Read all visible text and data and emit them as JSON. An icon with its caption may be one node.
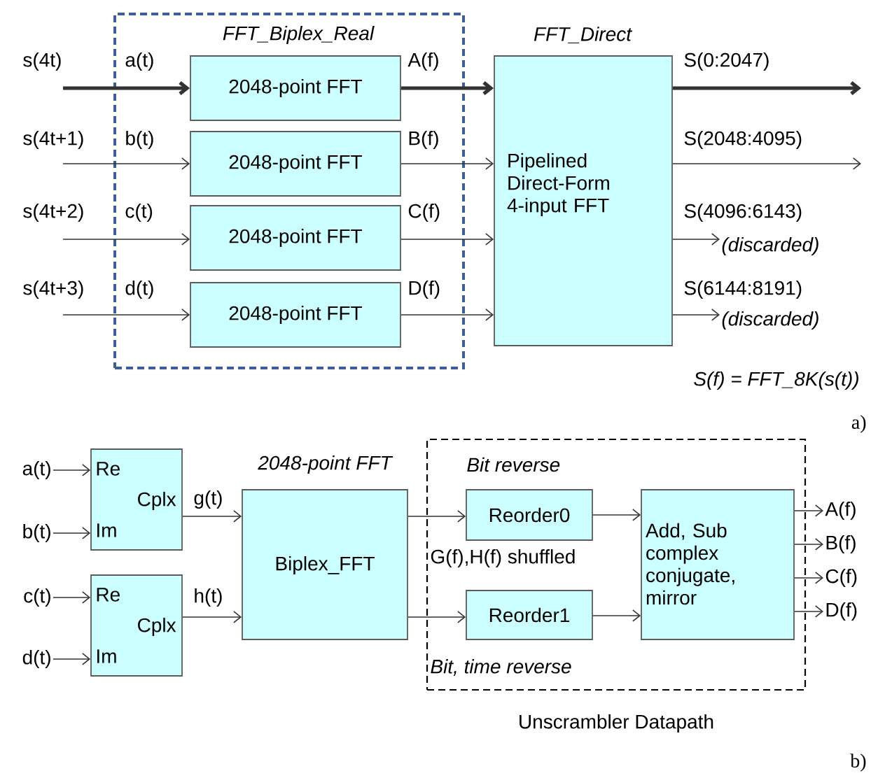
{
  "diagram": {
    "nodes": [
      {
        "text": [
          "FFT_Biplex_Real"
        ]
      },
      {
        "text": [
          "2048-point FFT"
        ],
        "in": 0,
        "beside": [
          "a(t)"
        ]
      },
      {
        "text": [
          "2048-point FFT"
        ],
        "in": 0,
        "beside": [
          "b(t)"
        ]
      },
      {
        "text": [
          "2048-point FFT"
        ],
        "in": 0,
        "beside": [
          "c(t)"
        ]
      },
      {
        "text": [
          "2048-point FFT"
        ],
        "in": 0,
        "beside": [
          "d(t)"
        ]
      },
      {
        "text": [
          "FFT_Direct",
          "Pipelined Direct-Form 4-input FFT"
        ]
      },
      {
        "text": [
          "(discarded)"
        ]
      },
      {
        "text": [
          "(discarded)"
        ]
      },
      {
        "text": [
          "Unscrambler Datapath"
        ]
      },
      {
        "text": [
          "Re",
          "Cplx",
          "Im"
        ]
      },
      {
        "text": [
          "Re",
          "Cplx",
          "Im"
        ]
      },
      {
        "text": [
          "2048-point FFT",
          "Biplex_FFT"
        ]
      },
      {
        "text": [
          "Reorder0"
        ],
        "in": 8,
        "beside": [
          "Bit reverse"
        ]
      },
      {
        "text": [
          "Reorder1"
        ],
        "in": 8,
        "beside": [
          "Bit, time reverse"
        ]
      },
      {
        "text": [
          "Add, Sub complex conjugate, mirror"
        ],
        "in": 8
      },
      {
        "text": [
          "a(t)"
        ]
      },
      {
        "text": [
          "b(t)"
        ]
      },
      {
        "text": [
          "c(t)"
        ]
      },
      {
        "text": [
          "d(t)"
        ]
      },
      {
        "text": [
          "A(f)"
        ]
      },
      {
        "text": [
          "B(f)"
        ]
      },
      {
        "text": [
          "C(f)"
        ]
      },
      {
        "text": [
          "D(f)"
        ]
      }
    ],
    "edges": [
      {
        "from": null,
        "to": 1,
        "arrow": "to",
        "label": "s(4t)",
        "style": "thick"
      },
      {
        "from": null,
        "to": 2,
        "arrow": "to",
        "label": "s(4t+1)"
      },
      {
        "from": null,
        "to": 3,
        "arrow": "to",
        "label": "s(4t+2)"
      },
      {
        "from": null,
        "to": 4,
        "arrow": "to",
        "label": "s(4t+3)"
      },
      {
        "from": 1,
        "to": 5,
        "arrow": "to",
        "label": "A(f)",
        "style": "thick"
      },
      {
        "from": 2,
        "to": 5,
        "arrow": "to",
        "label": "B(f)"
      },
      {
        "from": 3,
        "to": 5,
        "arrow": "to",
        "label": "C(f)"
      },
      {
        "from": 4,
        "to": 5,
        "arrow": "to",
        "label": "D(f)"
      },
      {
        "from": 5,
        "to": null,
        "arrow": "to",
        "label": "S(0:2047)",
        "style": "thick"
      },
      {
        "from": 5,
        "to": null,
        "arrow": "to",
        "label": "S(2048:4095)"
      },
      {
        "from": 5,
        "to": 6,
        "arrow": "to",
        "label": "S(4096:6143)"
      },
      {
        "from": 5,
        "to": 7,
        "arrow": "to",
        "label": "S(6144:8191)"
      },
      {
        "from": 15,
        "to": 9,
        "arrow": "to"
      },
      {
        "from": 16,
        "to": 9,
        "arrow": "to"
      },
      {
        "from": 17,
        "to": 10,
        "arrow": "to"
      },
      {
        "from": 18,
        "to": 10,
        "arrow": "to"
      },
      {
        "from": 9,
        "to": 11,
        "arrow": "to",
        "label": "g(t)"
      },
      {
        "from": 10,
        "to": 11,
        "arrow": "to",
        "label": "h(t)"
      },
      {
        "from": 11,
        "to": 12,
        "arrow": "to"
      },
      {
        "from": 11,
        "to": 13,
        "arrow": "to"
      },
      {
        "from": 12,
        "to": 14,
        "arrow": "to"
      },
      {
        "from": 13,
        "to": 14,
        "arrow": "to"
      },
      {
        "from": 14,
        "to": 19,
        "arrow": "to"
      },
      {
        "from": 14,
        "to": 20,
        "arrow": "to"
      },
      {
        "from": 14,
        "to": 21,
        "arrow": "to"
      },
      {
        "from": 14,
        "to": 22,
        "arrow": "to"
      }
    ],
    "labels": [
      "S(f) = FFT_8K(s(t))",
      "a)",
      "G(f),H(f) shuffled",
      "b)"
    ]
  }
}
